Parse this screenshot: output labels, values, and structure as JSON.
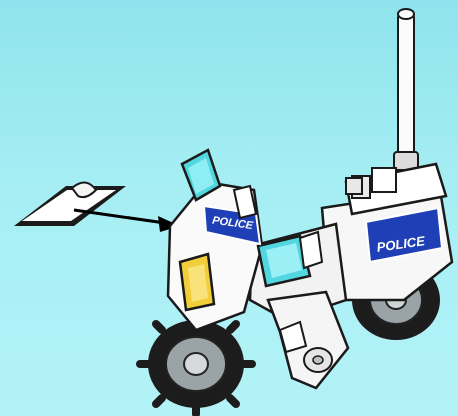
{
  "scene": {
    "subject": "police-motorcycle",
    "sticker_hint": "apply-sticker-arrow"
  },
  "decals": {
    "front_fairing_text": "POLICE",
    "rear_box_text": "POLICE"
  },
  "colors": {
    "background_top": "#8fe3ec",
    "background_bottom": "#b3f3f7",
    "body_white": "#f7f7f7",
    "decal_blue": "#1f3fb6",
    "windscreen_cyan": "#52d6df",
    "headlight_yellow": "#f2cf3a",
    "tire_black": "#1c1c1c",
    "rim_gray": "#9aa3a6"
  }
}
